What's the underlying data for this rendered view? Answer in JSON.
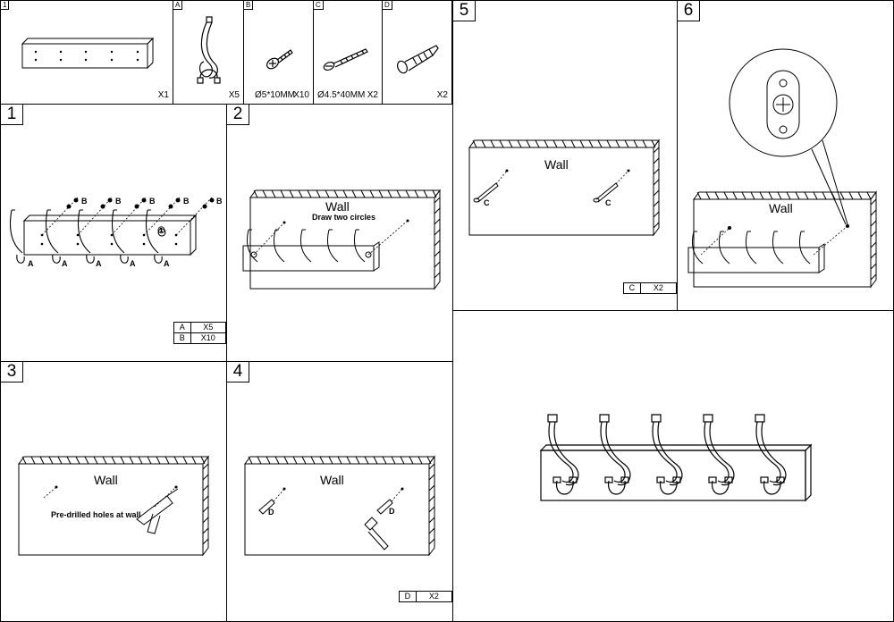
{
  "parts": {
    "step_label": "1",
    "rail": {
      "qty": "X1"
    },
    "hook": {
      "id": "A",
      "qty": "X5"
    },
    "screw_short": {
      "id": "B",
      "size": "Ø5*10MM",
      "qty": "X10"
    },
    "screw_long": {
      "id": "C",
      "size": "Ø4.5*40MM",
      "qty": "X2"
    },
    "anchor": {
      "id": "D",
      "qty": "X2"
    }
  },
  "steps": {
    "s1": {
      "num": "1",
      "hook_letter": "A",
      "screw_letter": "B",
      "circle_mark": "①",
      "legend": [
        {
          "k": "A",
          "v": "X5"
        },
        {
          "k": "B",
          "v": "X10"
        }
      ]
    },
    "s2": {
      "num": "2",
      "wall": "Wall",
      "note": "Draw two circles"
    },
    "s3": {
      "num": "3",
      "wall": "Wall",
      "note": "Pre-drilled holes at wall"
    },
    "s4": {
      "num": "4",
      "wall": "Wall",
      "letter": "D",
      "legend": [
        {
          "k": "D",
          "v": "X2"
        }
      ]
    },
    "s5": {
      "num": "5",
      "wall": "Wall",
      "letter": "C",
      "legend": [
        {
          "k": "C",
          "v": "X2"
        }
      ]
    },
    "s6": {
      "num": "6",
      "wall": "Wall"
    }
  },
  "style": {
    "line": "#000000",
    "background": "#ffffff"
  }
}
